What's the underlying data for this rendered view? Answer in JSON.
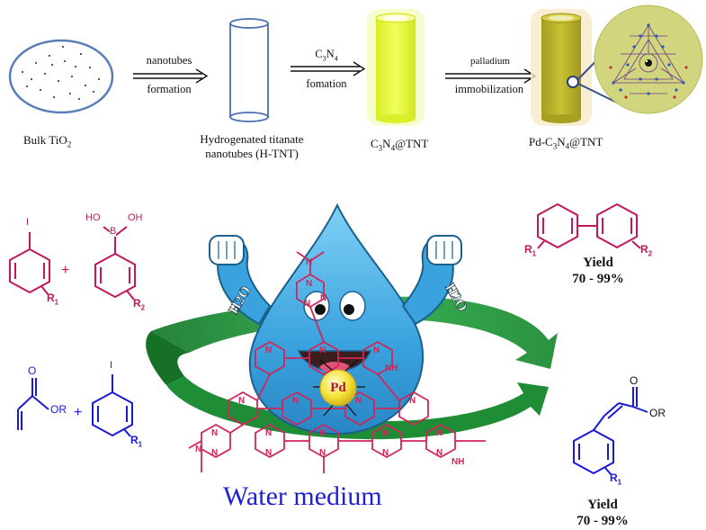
{
  "top_scheme": {
    "bulk_label": "Bulk TiO",
    "bulk_sub": "2",
    "step1_top": "nanotubes",
    "step1_bottom": "formation",
    "htnt_line1": "Hydrogenated titanate",
    "htnt_line2": "nanotubes (H-TNT)",
    "step2_top_pre": "C",
    "step2_top_sub1": "3",
    "step2_top_mid": "N",
    "step2_top_sub2": "4",
    "step2_bottom": "fomation",
    "c3n4_label_pre": "C",
    "c3n4_label_sub1": "3",
    "c3n4_label_mid": "N",
    "c3n4_label_sub2": "4",
    "c3n4_label_post": "@TNT",
    "step3_top": "palladium",
    "step3_bottom": "immobilization",
    "pd_label_pre": "Pd-C",
    "pd_label_sub1": "3",
    "pd_label_mid": "N",
    "pd_label_sub2": "4",
    "pd_label_post": "@TNT"
  },
  "reactions": {
    "suzuki_r1": "R",
    "suzuki_r1_sub": "1",
    "suzuki_r2": "R",
    "suzuki_r2_sub": "2",
    "boronic_ho1": "HO",
    "boronic_b": "B",
    "boronic_oh": "OH",
    "iodo_i": "I",
    "plus": "+",
    "product_r1": "R",
    "product_r1_sub": "1",
    "product_r2": "R",
    "product_r2_sub": "2",
    "heck_o": "O",
    "heck_or": "OR",
    "heck_i": "I",
    "heck_r1": "R",
    "heck_r1_sub": "1",
    "heck_prod_o": "O",
    "heck_prod_or": "OR",
    "heck_prod_r1": "R",
    "heck_prod_r1_sub": "1"
  },
  "yield_top": {
    "label": "Yield",
    "range": "70  -  99%"
  },
  "yield_bottom": {
    "label": "Yield",
    "range": "70  -  99%"
  },
  "mascot": {
    "arm_left": "H2O",
    "arm_right": "H2O",
    "metal": "Pd"
  },
  "footer": {
    "medium": "Water medium"
  },
  "colors": {
    "suzuki": "#c2185b",
    "heck": "#1a1ad6",
    "drop": "#3aa3de",
    "arrow": "#1f9a3a",
    "tube_yellow": "#e4f53a",
    "tube_olive": "#b9b02a",
    "pd_ball": "#f3e23a"
  }
}
